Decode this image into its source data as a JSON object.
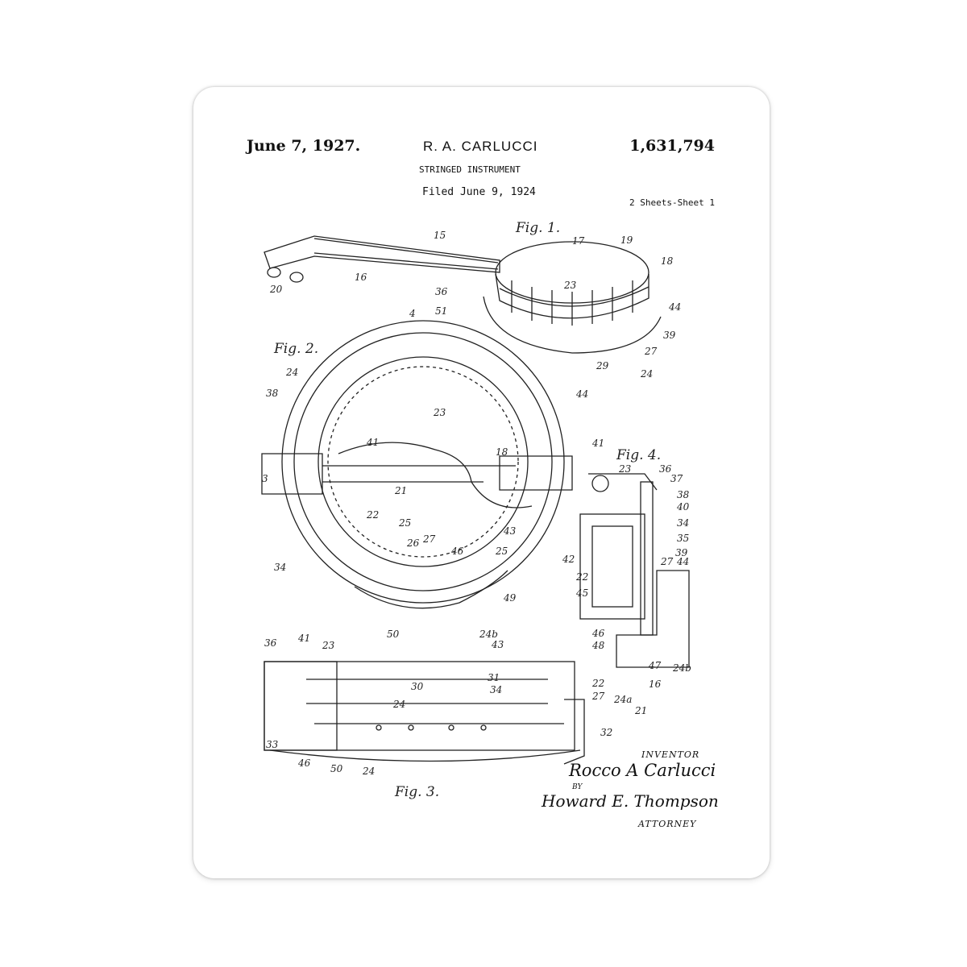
{
  "header": {
    "date": "June 7, 1927.",
    "inventor": "R. A. CARLUCCI",
    "patent_number": "1,631,794",
    "title": "STRINGED INSTRUMENT",
    "filed": "Filed June 9, 1924",
    "sheets": "2 Sheets-Sheet 1"
  },
  "figures": [
    "Fig. 1.",
    "Fig. 2.",
    "Fig. 3.",
    "Fig. 4."
  ],
  "reference_numerals": [
    "15",
    "16",
    "17",
    "19",
    "18",
    "20",
    "36",
    "23",
    "44",
    "39",
    "51",
    "27",
    "29",
    "24",
    "4",
    "24",
    "38",
    "44",
    "23",
    "41",
    "18",
    "3",
    "21",
    "22",
    "25",
    "26",
    "27",
    "46",
    "43",
    "25",
    "34",
    "50",
    "24b",
    "49",
    "41",
    "23",
    "36",
    "37",
    "38",
    "40",
    "34",
    "35",
    "39",
    "27",
    "44",
    "42",
    "22",
    "45",
    "46",
    "48",
    "47",
    "24b",
    "16",
    "36",
    "41",
    "23",
    "43",
    "30",
    "31",
    "34",
    "22",
    "27",
    "24a",
    "21",
    "24",
    "32",
    "33",
    "46",
    "50",
    "24"
  ],
  "signatures": {
    "inventor_label": "INVENTOR",
    "inventor_signature": "Rocco A Carlucci",
    "by": "BY",
    "attorney_signature": "Howard E. Thompson",
    "attorney_label": "ATTORNEY"
  },
  "colors": {
    "ink": "#111111",
    "paper": "#ffffff"
  }
}
